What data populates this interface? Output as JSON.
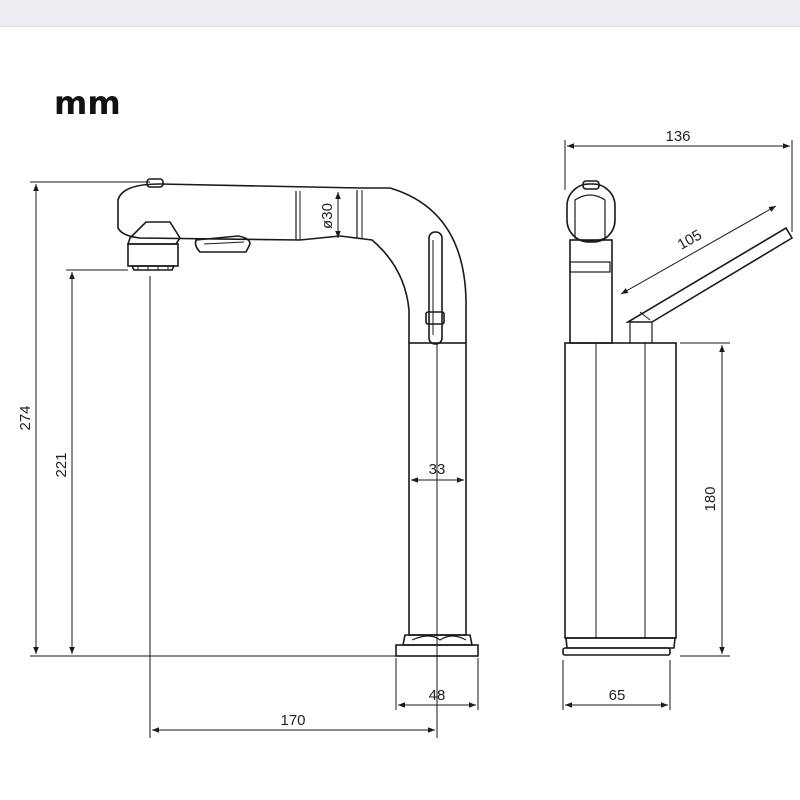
{
  "unit_label": "mm",
  "dimensions": {
    "total_height": "274",
    "spout_height": "221",
    "spout_diameter": "ø30",
    "body_width": "33",
    "body_height": "180",
    "overall_depth": "136",
    "handle_length": "105",
    "base_depth": "48",
    "reach": "170",
    "base_width": "65"
  },
  "colors": {
    "line": "#1a1a1a",
    "background": "#ffffff",
    "topbar": "#eceef1"
  }
}
